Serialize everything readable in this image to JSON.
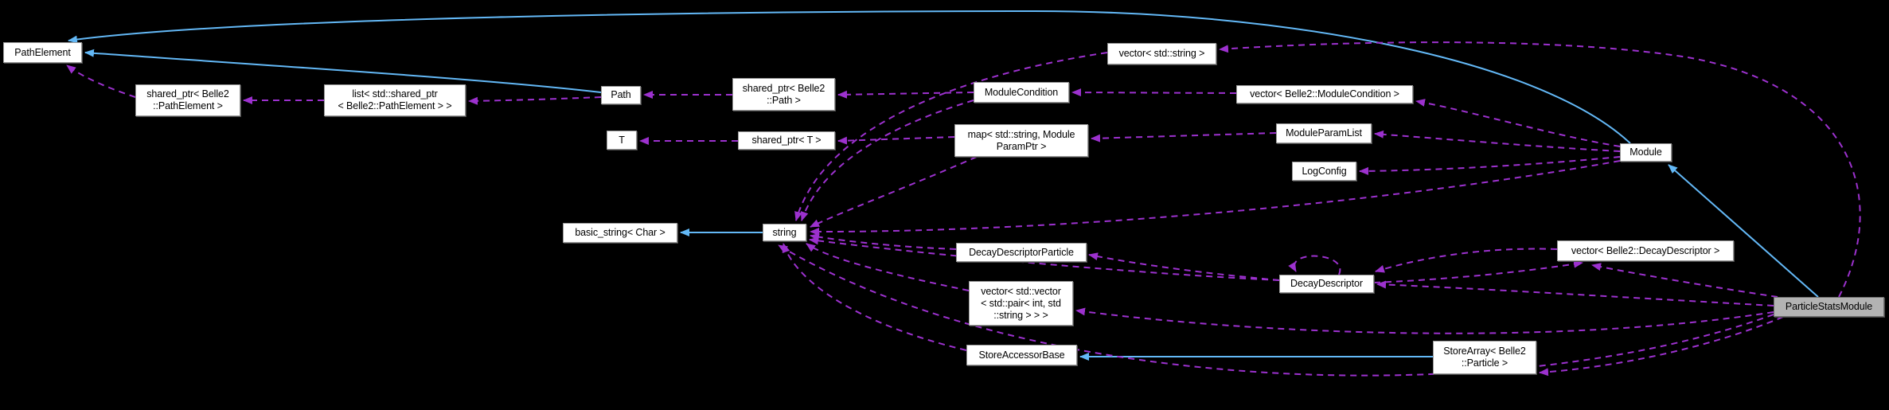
{
  "diagram": {
    "type": "class-collaboration-graph",
    "background_color": "#000000",
    "node_fill": "#ffffff",
    "node_border": "#979797",
    "highlight_node_fill": "#b3b3b3",
    "inheritance_edge_color": "#63b8f6",
    "usage_edge_color": "#9c31ce",
    "nodes": [
      {
        "id": "pathelement",
        "label": "PathElement"
      },
      {
        "id": "shared-ptr-pathelement",
        "label": "shared_ptr< Belle2\n::PathElement >"
      },
      {
        "id": "list-shared-ptr-pathelement",
        "label": "list< std::shared_ptr\n< Belle2::PathElement > >"
      },
      {
        "id": "path",
        "label": "Path"
      },
      {
        "id": "shared-ptr-path",
        "label": "shared_ptr< Belle2\n::Path >"
      },
      {
        "id": "t",
        "label": "T"
      },
      {
        "id": "shared-ptr-t",
        "label": "shared_ptr< T >"
      },
      {
        "id": "vector-std-string",
        "label": "vector< std::string >"
      },
      {
        "id": "modulecondition",
        "label": "ModuleCondition"
      },
      {
        "id": "map-string-moduleparamptr",
        "label": "map< std::string, Module\nParamPtr >"
      },
      {
        "id": "vector-modulecondition",
        "label": "vector< Belle2::ModuleCondition >"
      },
      {
        "id": "moduleparamlist",
        "label": "ModuleParamList"
      },
      {
        "id": "logconfig",
        "label": "LogConfig"
      },
      {
        "id": "module",
        "label": "Module"
      },
      {
        "id": "basic-string-char",
        "label": "basic_string< Char >"
      },
      {
        "id": "string",
        "label": "string"
      },
      {
        "id": "decaydescriptorparticle",
        "label": "DecayDescriptorParticle"
      },
      {
        "id": "vector-vector-pair-int-string",
        "label": "vector< std::vector\n< std::pair< int, std\n::string > > >"
      },
      {
        "id": "storeaccessorbase",
        "label": "StoreAccessorBase"
      },
      {
        "id": "decaydescriptor",
        "label": "DecayDescriptor"
      },
      {
        "id": "vector-decaydescriptor",
        "label": "vector< Belle2::DecayDescriptor >"
      },
      {
        "id": "storearray-particle",
        "label": "StoreArray< Belle2\n::Particle >"
      },
      {
        "id": "particlestatsmodule",
        "label": "ParticleStatsModule"
      }
    ],
    "edges": [
      {
        "from": "Path",
        "to": "PathElement",
        "style": "solid-inheritance"
      },
      {
        "from": "Module",
        "to": "PathElement",
        "style": "solid-inheritance"
      },
      {
        "from": "ParticleStatsModule",
        "to": "Module",
        "style": "solid-inheritance"
      },
      {
        "from": "string",
        "to": "basic_string< Char >",
        "style": "solid-inheritance"
      },
      {
        "from": "StoreArray< Belle2::Particle >",
        "to": "StoreAccessorBase",
        "style": "solid-inheritance"
      },
      {
        "from": "shared_ptr< Belle2::PathElement >",
        "to": "PathElement",
        "style": "dashed-usage"
      },
      {
        "from": "list< std::shared_ptr< Belle2::PathElement > >",
        "to": "shared_ptr< Belle2::PathElement >",
        "style": "dashed-usage"
      },
      {
        "from": "Path",
        "to": "list< std::shared_ptr< Belle2::PathElement > >",
        "style": "dashed-usage"
      },
      {
        "from": "shared_ptr< Belle2::Path >",
        "to": "Path",
        "style": "dashed-usage"
      },
      {
        "from": "shared_ptr< T >",
        "to": "T",
        "style": "dashed-usage"
      },
      {
        "from": "map< std::string, ModuleParamPtr >",
        "to": "shared_ptr< T >",
        "style": "dashed-usage"
      },
      {
        "from": "ModuleCondition",
        "to": "shared_ptr< Belle2::Path >",
        "style": "dashed-usage"
      },
      {
        "from": "vector< Belle2::ModuleCondition >",
        "to": "ModuleCondition",
        "style": "dashed-usage"
      },
      {
        "from": "ModuleParamList",
        "to": "map< std::string, ModuleParamPtr >",
        "style": "dashed-usage"
      },
      {
        "from": "Module",
        "to": "vector< Belle2::ModuleCondition >",
        "style": "dashed-usage"
      },
      {
        "from": "Module",
        "to": "ModuleParamList",
        "style": "dashed-usage"
      },
      {
        "from": "Module",
        "to": "LogConfig",
        "style": "dashed-usage"
      },
      {
        "from": "Module",
        "to": "string",
        "style": "dashed-usage"
      },
      {
        "from": "vector< std::string >",
        "to": "string",
        "style": "dashed-usage"
      },
      {
        "from": "ModuleCondition",
        "to": "string",
        "style": "dashed-usage"
      },
      {
        "from": "map< std::string, ModuleParamPtr >",
        "to": "string",
        "style": "dashed-usage"
      },
      {
        "from": "DecayDescriptorParticle",
        "to": "string",
        "style": "dashed-usage"
      },
      {
        "from": "DecayDescriptor",
        "to": "string",
        "style": "dashed-usage"
      },
      {
        "from": "vector< std::vector< std::pair< int, std::string > > >",
        "to": "string",
        "style": "dashed-usage"
      },
      {
        "from": "StoreAccessorBase",
        "to": "string",
        "style": "dashed-usage"
      },
      {
        "from": "ParticleStatsModule",
        "to": "string",
        "style": "dashed-usage"
      },
      {
        "from": "DecayDescriptor",
        "to": "DecayDescriptorParticle",
        "style": "dashed-usage"
      },
      {
        "from": "DecayDescriptor",
        "to": "DecayDescriptor",
        "style": "dashed-usage"
      },
      {
        "from": "vector< Belle2::DecayDescriptor >",
        "to": "DecayDescriptor",
        "style": "dashed-usage"
      },
      {
        "from": "DecayDescriptor",
        "to": "vector< Belle2::DecayDescriptor >",
        "style": "dashed-usage"
      },
      {
        "from": "ParticleStatsModule",
        "to": "DecayDescriptor",
        "style": "dashed-usage"
      },
      {
        "from": "ParticleStatsModule",
        "to": "vector< Belle2::DecayDescriptor >",
        "style": "dashed-usage"
      },
      {
        "from": "ParticleStatsModule",
        "to": "vector< std::string >",
        "style": "dashed-usage"
      },
      {
        "from": "ParticleStatsModule",
        "to": "StoreArray< Belle2::Particle >",
        "style": "dashed-usage"
      },
      {
        "from": "ParticleStatsModule",
        "to": "vector< std::vector< std::pair< int, std::string > > >",
        "style": "dashed-usage"
      }
    ]
  }
}
